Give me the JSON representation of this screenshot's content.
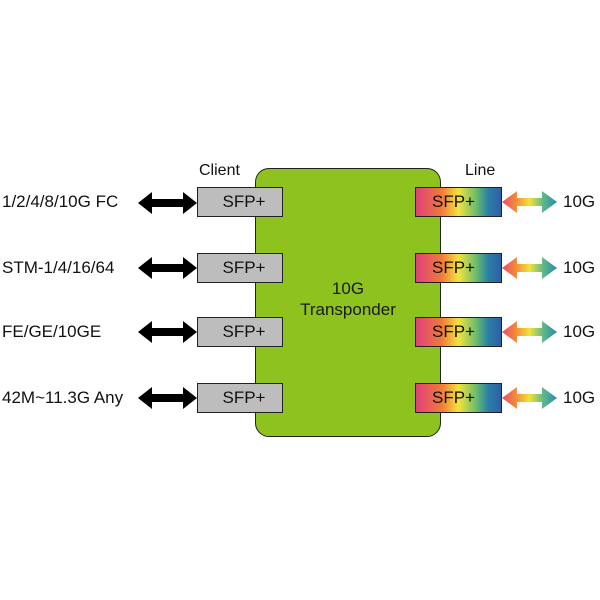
{
  "diagram": {
    "core_label_line1": "10G",
    "core_label_line2": "Transponder",
    "client_header": "Client",
    "line_header": "Line",
    "module_label": "SFP+",
    "colors": {
      "core_fill": "#8dc21f",
      "client_module_fill": "#bdbdbd",
      "client_arrow": "#000000",
      "line_gradient": [
        "#e0407a",
        "#f07a3a",
        "#f4e23c",
        "#6fbf6a",
        "#2a7fa8"
      ]
    },
    "rows": [
      {
        "client_service": "1/2/4/8/10G FC",
        "client_module": "SFP+",
        "line_module": "SFP+",
        "line_rate": "10G"
      },
      {
        "client_service": "STM-1/4/16/64",
        "client_module": "SFP+",
        "line_module": "SFP+",
        "line_rate": "10G"
      },
      {
        "client_service": "FE/GE/10GE",
        "client_module": "SFP+",
        "line_module": "SFP+",
        "line_rate": "10G"
      },
      {
        "client_service": "42M~11.3G Any",
        "client_module": "SFP+",
        "line_module": "SFP+",
        "line_rate": "10G"
      }
    ]
  }
}
